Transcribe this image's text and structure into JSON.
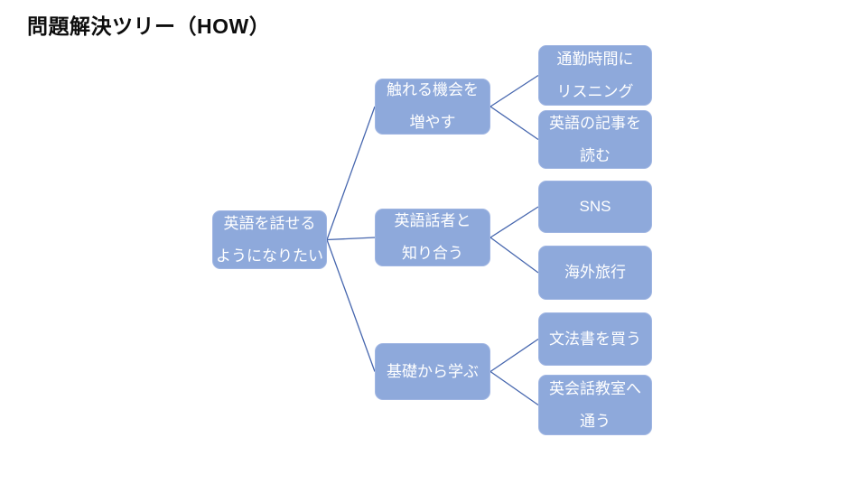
{
  "title": "問題解決ツリー（HOW）",
  "colors": {
    "background": "#FFFFFF",
    "title_text": "#0D0D0D",
    "node_fill": "#8EA9DB",
    "node_border": "#9FB5E2",
    "node_text": "#FFFFFF",
    "line": "#4666AE"
  },
  "nodes": {
    "root": {
      "label": "英語を話せるようになりたい",
      "lines": [
        "英語を話せる",
        "ようになりたい"
      ]
    },
    "branch1": {
      "label": "触れる機会を増やす",
      "lines": [
        "触れる機会を",
        "増やす"
      ]
    },
    "branch2": {
      "label": "英語話者と知り合う",
      "lines": [
        "英語話者と",
        "知り合う"
      ]
    },
    "branch3": {
      "label": "基礎から学ぶ",
      "lines": [
        "基礎から学ぶ"
      ]
    },
    "leaf1": {
      "label": "通勤時間にリスニング",
      "lines": [
        "通勤時間に",
        "リスニング"
      ]
    },
    "leaf2": {
      "label": "英語の記事を読む",
      "lines": [
        "英語の記事を",
        "読む"
      ]
    },
    "leaf3": {
      "label": "SNS",
      "lines": [
        "SNS"
      ]
    },
    "leaf4": {
      "label": "海外旅行",
      "lines": [
        "海外旅行"
      ]
    },
    "leaf5": {
      "label": "文法書を買う",
      "lines": [
        "文法書を買う"
      ]
    },
    "leaf6": {
      "label": "英会話教室へ通う",
      "lines": [
        "英会話教室へ",
        "通う"
      ]
    }
  },
  "edges": [
    [
      "root",
      "branch1"
    ],
    [
      "root",
      "branch2"
    ],
    [
      "root",
      "branch3"
    ],
    [
      "branch1",
      "leaf1"
    ],
    [
      "branch1",
      "leaf2"
    ],
    [
      "branch2",
      "leaf3"
    ],
    [
      "branch2",
      "leaf4"
    ],
    [
      "branch3",
      "leaf5"
    ],
    [
      "bran3_placeholder",
      "unused"
    ]
  ]
}
